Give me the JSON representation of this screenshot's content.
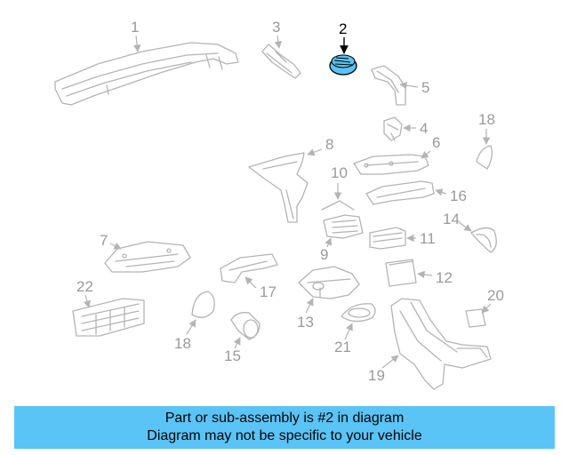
{
  "diagram": {
    "highlight_color": "#59c4f5",
    "callouts": [
      "1",
      "2",
      "3",
      "4",
      "5",
      "6",
      "7",
      "8",
      "9",
      "10",
      "11",
      "12",
      "13",
      "14",
      "15",
      "16",
      "17",
      "18",
      "18",
      "19",
      "20",
      "21",
      "22"
    ]
  },
  "banner": {
    "line1": "Part or sub-assembly is #2 in diagram",
    "line2": "Diagram may not be specific to your vehicle",
    "background": "#59c4f5"
  }
}
